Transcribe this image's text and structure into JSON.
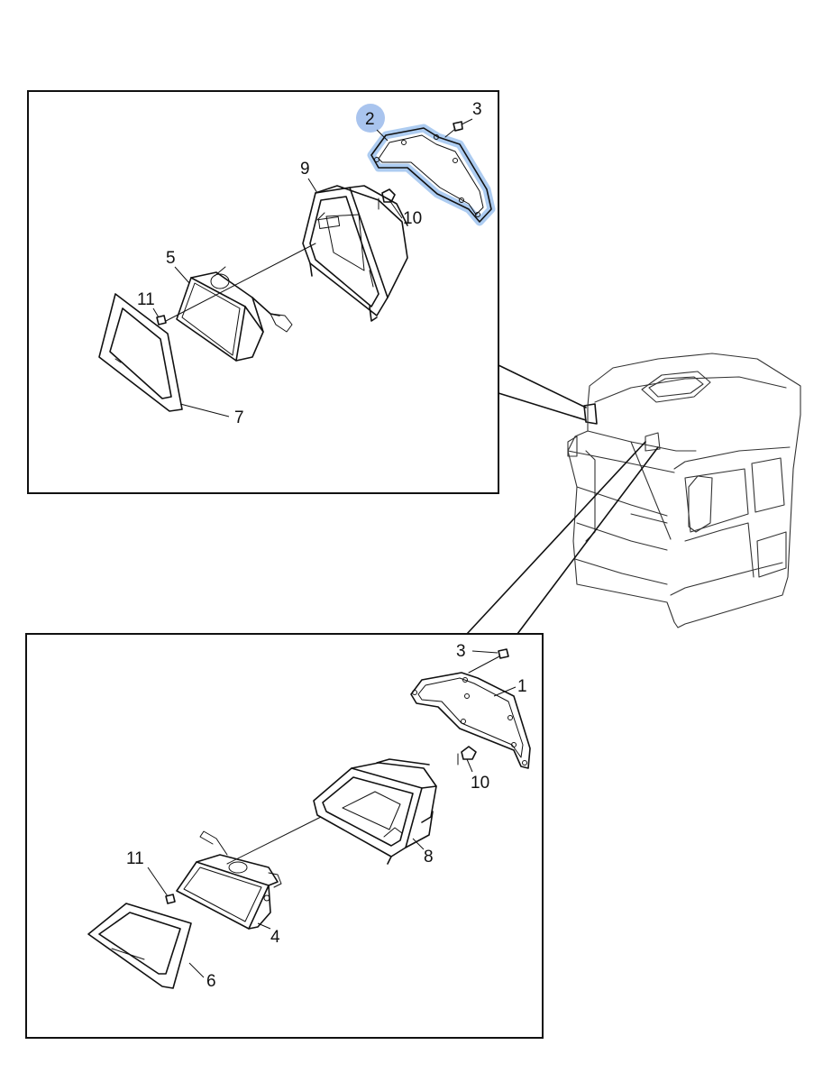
{
  "colors": {
    "line": "#111111",
    "highlight": "#9fc3ee",
    "badge": "#a9c4ee",
    "background": "#ffffff"
  },
  "callouts": {
    "top": {
      "c2": "2",
      "c3": "3",
      "c9": "9",
      "c10": "10",
      "c5": "5",
      "c11": "11",
      "c7": "7"
    },
    "bottom": {
      "c3": "3",
      "c1": "1",
      "c10": "10",
      "c8": "8",
      "c11": "11",
      "c4": "4",
      "c6": "6"
    }
  },
  "highlighted_part": "2"
}
